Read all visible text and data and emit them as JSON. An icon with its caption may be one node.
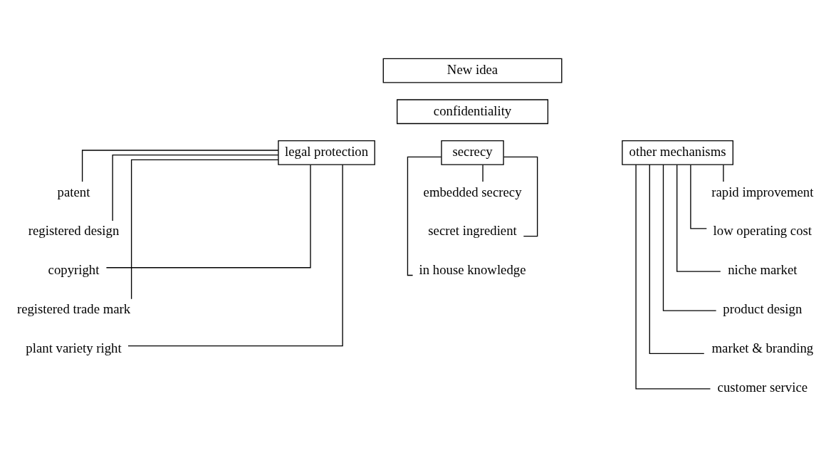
{
  "diagram": {
    "nodes": [
      {
        "text": [
          "New idea"
        ]
      },
      {
        "text": [
          "confidentiality"
        ]
      },
      {
        "text": [
          "legal protection"
        ]
      },
      {
        "text": [
          "secrecy"
        ]
      },
      {
        "text": [
          "other mechanisms"
        ]
      },
      {
        "text": [
          "patent"
        ]
      },
      {
        "text": [
          "registered design"
        ]
      },
      {
        "text": [
          "copyright"
        ]
      },
      {
        "text": [
          "registered trade mark"
        ]
      },
      {
        "text": [
          "plant variety right"
        ]
      },
      {
        "text": [
          "embedded secrecy"
        ]
      },
      {
        "text": [
          "secret ingredient"
        ]
      },
      {
        "text": [
          "in house knowledge"
        ]
      },
      {
        "text": [
          "rapid improvement"
        ]
      },
      {
        "text": [
          "low operating cost"
        ]
      },
      {
        "text": [
          "niche market"
        ]
      },
      {
        "text": [
          "product design"
        ]
      },
      {
        "text": [
          "market & branding"
        ]
      },
      {
        "text": [
          "customer service"
        ]
      }
    ],
    "edges": [
      {
        "from": 2,
        "to": 5,
        "arrow": "none"
      },
      {
        "from": 2,
        "to": 6,
        "arrow": "none"
      },
      {
        "from": 2,
        "to": 7,
        "arrow": "none"
      },
      {
        "from": 2,
        "to": 8,
        "arrow": "none"
      },
      {
        "from": 2,
        "to": 9,
        "arrow": "none"
      },
      {
        "from": 3,
        "to": 10,
        "arrow": "none"
      },
      {
        "from": 3,
        "to": 11,
        "arrow": "none"
      },
      {
        "from": 3,
        "to": 12,
        "arrow": "none"
      },
      {
        "from": 4,
        "to": 13,
        "arrow": "none"
      },
      {
        "from": 4,
        "to": 14,
        "arrow": "none"
      },
      {
        "from": 4,
        "to": 15,
        "arrow": "none"
      },
      {
        "from": 4,
        "to": 16,
        "arrow": "none"
      },
      {
        "from": 4,
        "to": 17,
        "arrow": "none"
      },
      {
        "from": 4,
        "to": 18,
        "arrow": "none"
      }
    ]
  }
}
